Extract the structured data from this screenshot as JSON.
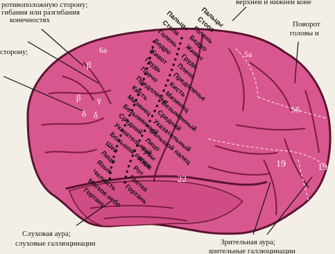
{
  "captions": {
    "top_left_1": "ротивоположную сторону;",
    "top_left_2": "гибания или разгибания",
    "top_left_3": "конечностях",
    "left_side": "сторону;",
    "top_right": "верхней и нижней коне",
    "turn_1": "Поворот",
    "turn_2": "головы и",
    "auditory_1": "Слуховая аура;",
    "auditory_2": "слуховые галлюцинации",
    "visual_1": "Зрительная аура;",
    "visual_2": "зрительные галлюцинации"
  },
  "greek": {
    "beta1": "β",
    "beta2": "β",
    "gamma": "γ",
    "delta1": "δ",
    "delta2": "δ"
  },
  "areas": {
    "a6a": "6а",
    "a5a": "5а",
    "a5b": "5б",
    "a19a": "19",
    "a19b": "19",
    "a22": "22"
  },
  "motor_labels": [
    "Пальцы",
    "Стопа",
    "Голень",
    "Бедро",
    "Живот",
    "Грудь",
    "Плечо",
    "Предплечье",
    "Кисть",
    "Мизинец",
    "Безымянный",
    "Средний",
    "Указательный",
    "Большой палец",
    "Шея",
    "Лицо",
    "Язык",
    "Челюсть",
    "Мягкое небо",
    "Гортань"
  ],
  "sensory_labels": [
    "Пальцы",
    "Стопа",
    "Голень",
    "Бедро",
    "Живот",
    "Грудь",
    "Плечо",
    "Предплечье",
    "Кисть",
    "Мизинец",
    "Безымянный",
    "Средний",
    "Указательный",
    "Большой палец",
    "Лицо",
    "Губы",
    "Язык",
    "Рот",
    "Глотка",
    "Гортань"
  ],
  "colors": {
    "brain": "#d8578e",
    "outline": "#5a1430",
    "sulcus": "#7a1c3c",
    "dots": "#1a0d12"
  }
}
